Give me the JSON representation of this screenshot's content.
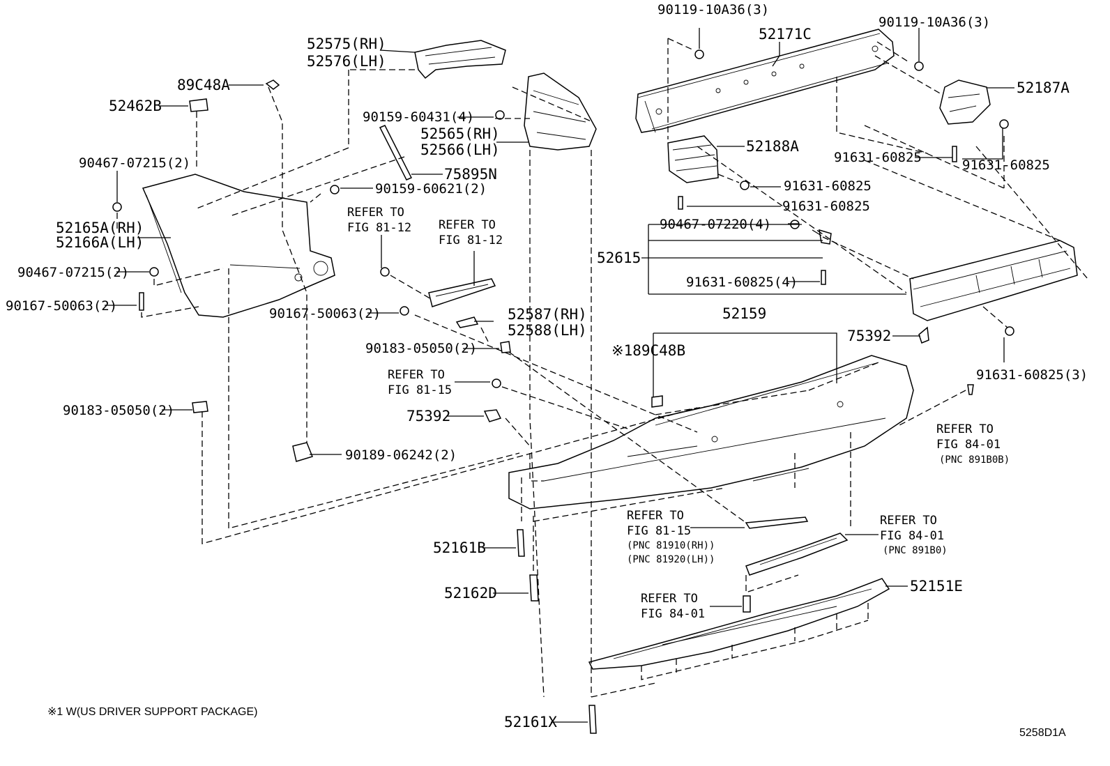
{
  "labels": {
    "p90119a": "90119-10A36(3)",
    "p52171c": "52171C",
    "p90119b": "90119-10A36(3)",
    "p52575": "52575(RH)",
    "p52576": "52576(LH)",
    "p89c48a": "89C48A",
    "p52462b": "52462B",
    "p52187a": "52187A",
    "p90159a": "90159-60431(4)",
    "p52565": "52565(RH)",
    "p52566": "52566(LH)",
    "p52188a": "52188A",
    "p91631a": "91631-60825",
    "p91631b": "91631-60825",
    "p90467a": "90467-07215(2)",
    "p75895n": "75895N",
    "p90159b": "90159-60621(2)",
    "p91631c": "91631-60825",
    "p91631d": "91631-60825",
    "p90467b": "90467-07220(4)",
    "p52165a": "52165A(RH)",
    "p52166a": "52166A(LH)",
    "p52615": "52615",
    "p90467c": "90467-07215(2)",
    "p91631e": "91631-60825(4)",
    "p90167a": "90167-50063(2)",
    "p90167b": "90167-50063(2)",
    "p52587": "52587(RH)",
    "p52588": "52588(LH)",
    "p52159": "52159",
    "p75392a": "75392",
    "p89c48b": "※189C48B",
    "p90183a": "90183-05050(2)",
    "p91631f": "91631-60825(3)",
    "p75392b": "75392",
    "p90183b": "90183-05050(2)",
    "p90189": "90189-06242(2)",
    "p52161b": "52161B",
    "p52162d": "52162D",
    "p52151e": "52151E",
    "p52161x": "52161X"
  },
  "refs": {
    "r1_line1": "REFER TO",
    "r1_line2": "FIG 81-12",
    "r2_line1": "REFER TO",
    "r2_line2": "FIG 81-12",
    "r3_line1": "REFER TO",
    "r3_line2": "FIG 81-15",
    "r4_line1": "REFER TO",
    "r4_line2": "FIG 84-01",
    "r4_line3": "(PNC 891B0B)",
    "r5_line1": "REFER TO",
    "r5_line2": "FIG 81-15",
    "r5_line3": "(PNC 81910(RH))",
    "r5_line4": "(PNC 81920(LH))",
    "r6_line1": "REFER TO",
    "r6_line2": "FIG 84-01",
    "r6_line3": "(PNC 891B0)",
    "r7_line1": "REFER TO",
    "r7_line2": "FIG 84-01"
  },
  "footnote": "※1 W(US DRIVER SUPPORT PACKAGE)",
  "diagram_code": "5258D1A"
}
